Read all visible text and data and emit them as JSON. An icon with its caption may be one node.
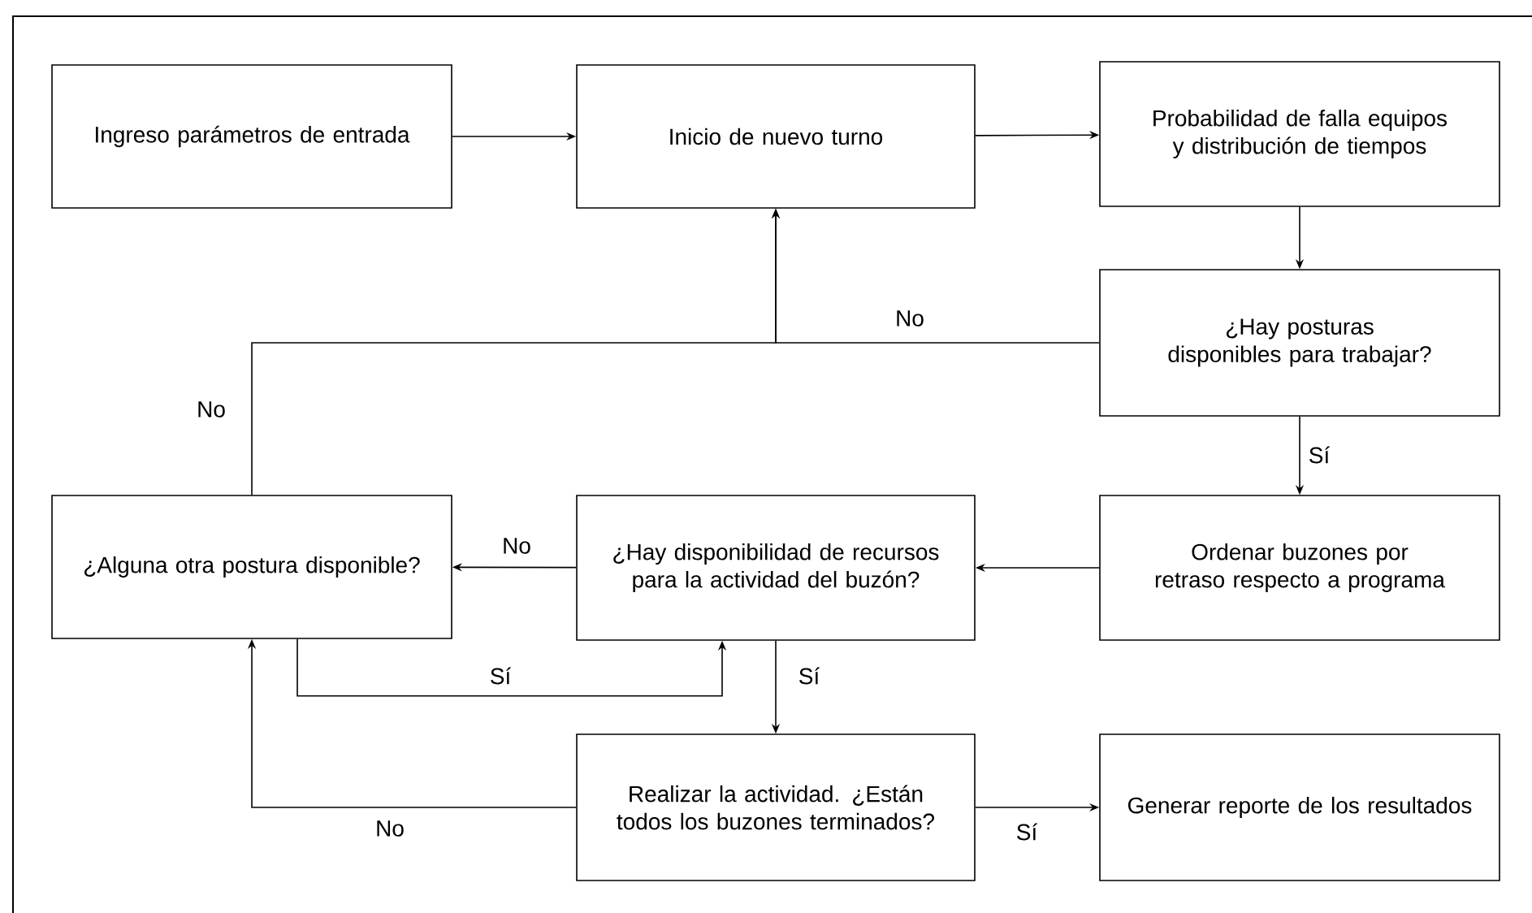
{
  "diagram": {
    "nodes": [
      {
        "text": [
          "Ingreso parámetros de entrada"
        ]
      },
      {
        "text": [
          "Inicio de nuevo turno"
        ]
      },
      {
        "text": [
          "Probabilidad de falla equipos y distribución de tiempos"
        ]
      },
      {
        "text": [
          "¿Hay posturas disponibles para trabajar?"
        ]
      },
      {
        "text": [
          "Ordenar buzones por retraso respecto a programa"
        ]
      },
      {
        "text": [
          "¿Hay disponibilidad de recursos para la actividad del buzón?"
        ]
      },
      {
        "text": [
          "¿Alguna otra postura disponible?"
        ]
      },
      {
        "text": [
          "Realizar la actividad. ¿Están todos los buzones terminados?"
        ]
      },
      {
        "text": [
          "Generar reporte de los resultados"
        ]
      }
    ],
    "edges": [
      {
        "from": 0,
        "to": 1,
        "arrow": "to"
      },
      {
        "from": 1,
        "to": 2,
        "arrow": "to"
      },
      {
        "from": 2,
        "to": 3,
        "arrow": "to"
      },
      {
        "from": 3,
        "to": 1,
        "arrow": "to",
        "label": "No"
      },
      {
        "from": 6,
        "to": 1,
        "arrow": "to",
        "label": "No"
      },
      {
        "from": 3,
        "to": 4,
        "arrow": "to",
        "label": "Sí"
      },
      {
        "from": 4,
        "to": 5,
        "arrow": "to"
      },
      {
        "from": 5,
        "to": 6,
        "arrow": "to",
        "label": "No"
      },
      {
        "from": 6,
        "to": 5,
        "arrow": "to",
        "label": "Sí"
      },
      {
        "from": 5,
        "to": 7,
        "arrow": "to",
        "label": "Sí"
      },
      {
        "from": 7,
        "to": 6,
        "arrow": "to",
        "label": "No"
      },
      {
        "from": 7,
        "to": 8,
        "arrow": "to",
        "label": "Sí"
      }
    ]
  }
}
